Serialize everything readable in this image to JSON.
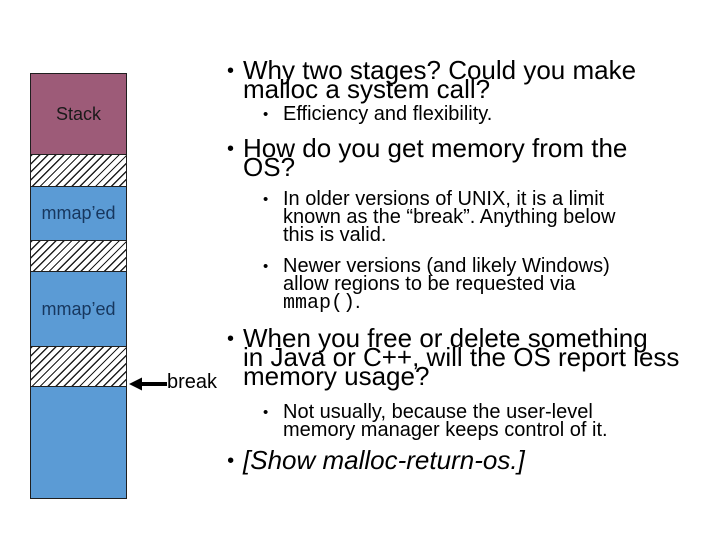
{
  "theme": {
    "background": "#ffffff",
    "text-color": "#000000",
    "stack-fill": "#9d5b78",
    "mmap-fill": "#5b9bd5",
    "mmap-label-color": "#17375e",
    "stack-label-color": "#1a1a1a",
    "diagram-border": "#1f1f1f",
    "arrow-color": "#000000"
  },
  "diagram": {
    "stack_label": "Stack",
    "mmap_label": "mmap’ed",
    "break_label": "break",
    "regions": [
      "stack",
      "unmapped",
      "mmap'ed",
      "unmapped",
      "mmap'ed",
      "unmapped",
      "valid-below-break"
    ]
  },
  "bullet_marker": "•",
  "bullets": [
    {
      "level": 1,
      "lines": [
        "Why two stages? Could you make",
        "malloc a system call?"
      ]
    },
    {
      "level": 2,
      "lines": [
        "Efficiency and flexibility."
      ]
    },
    {
      "level": 1,
      "lines": [
        "How do you get memory from the",
        "OS?"
      ]
    },
    {
      "level": 2,
      "lines": [
        "In older versions of UNIX, it is a limit",
        "known as the “break”. Anything below",
        "this is valid."
      ]
    },
    {
      "level": 2,
      "lines": [
        "Newer versions (and likely Windows)",
        "allow regions to be requested via",
        ""
      ],
      "code": "mmap()",
      "code_suffix": "."
    },
    {
      "level": 1,
      "lines": [
        "When you free or delete something",
        "in Java or C++, will the OS report less",
        "memory usage?"
      ]
    },
    {
      "level": 2,
      "lines": [
        "Not usually, because the user-level",
        "memory manager keeps control of it."
      ]
    },
    {
      "level": 1,
      "lines": [
        "[Show malloc-return-os.]"
      ],
      "italic": true
    }
  ]
}
